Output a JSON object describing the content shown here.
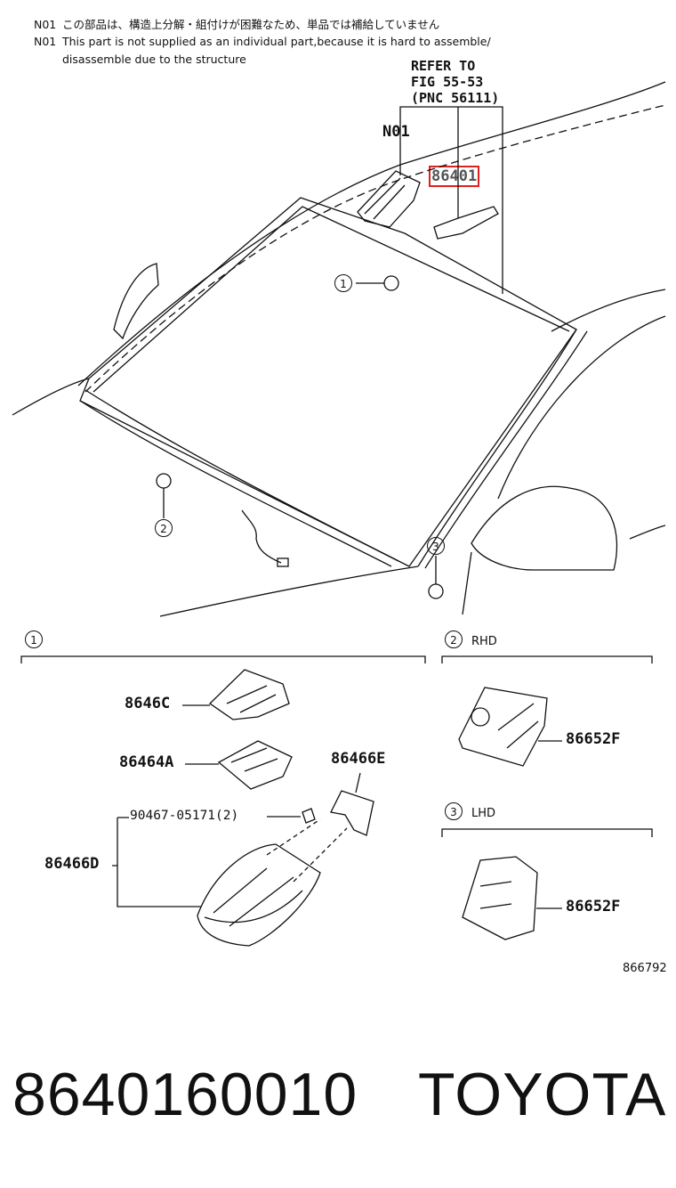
{
  "notes": [
    {
      "code": "N01",
      "text": "この部品は、構造上分解・組付けが困難なため、単品では補給していません"
    },
    {
      "code": "N01",
      "text": "This part is not supplied as an individual part,because it is hard to assemble/"
    },
    {
      "code": "",
      "text": "disassemble due to the structure"
    }
  ],
  "refer": {
    "line1": "REFER TO",
    "line2": "FIG 55-53",
    "line3": "(PNC 56111)"
  },
  "labels": {
    "n01": "N01",
    "highlighted_part": "86401",
    "c1": "1",
    "c2": "2",
    "c3": "3",
    "sec1": "1",
    "sec2": "2",
    "sec3": "3",
    "rhd": "RHD",
    "lhd": "LHD"
  },
  "parts": {
    "p86646C": "8646C",
    "p86464A": "86464A",
    "p86466E": "86466E",
    "p90467": "90467-05171(2)",
    "p86466D": "86466D",
    "p86652F_rhd": "86652F",
    "p86652F_lhd": "86652F"
  },
  "figure_number": "866792",
  "footer": {
    "part_number": "8640160010",
    "brand": "TOYOTA"
  },
  "colors": {
    "highlight": "#e02020",
    "line": "#111111"
  }
}
